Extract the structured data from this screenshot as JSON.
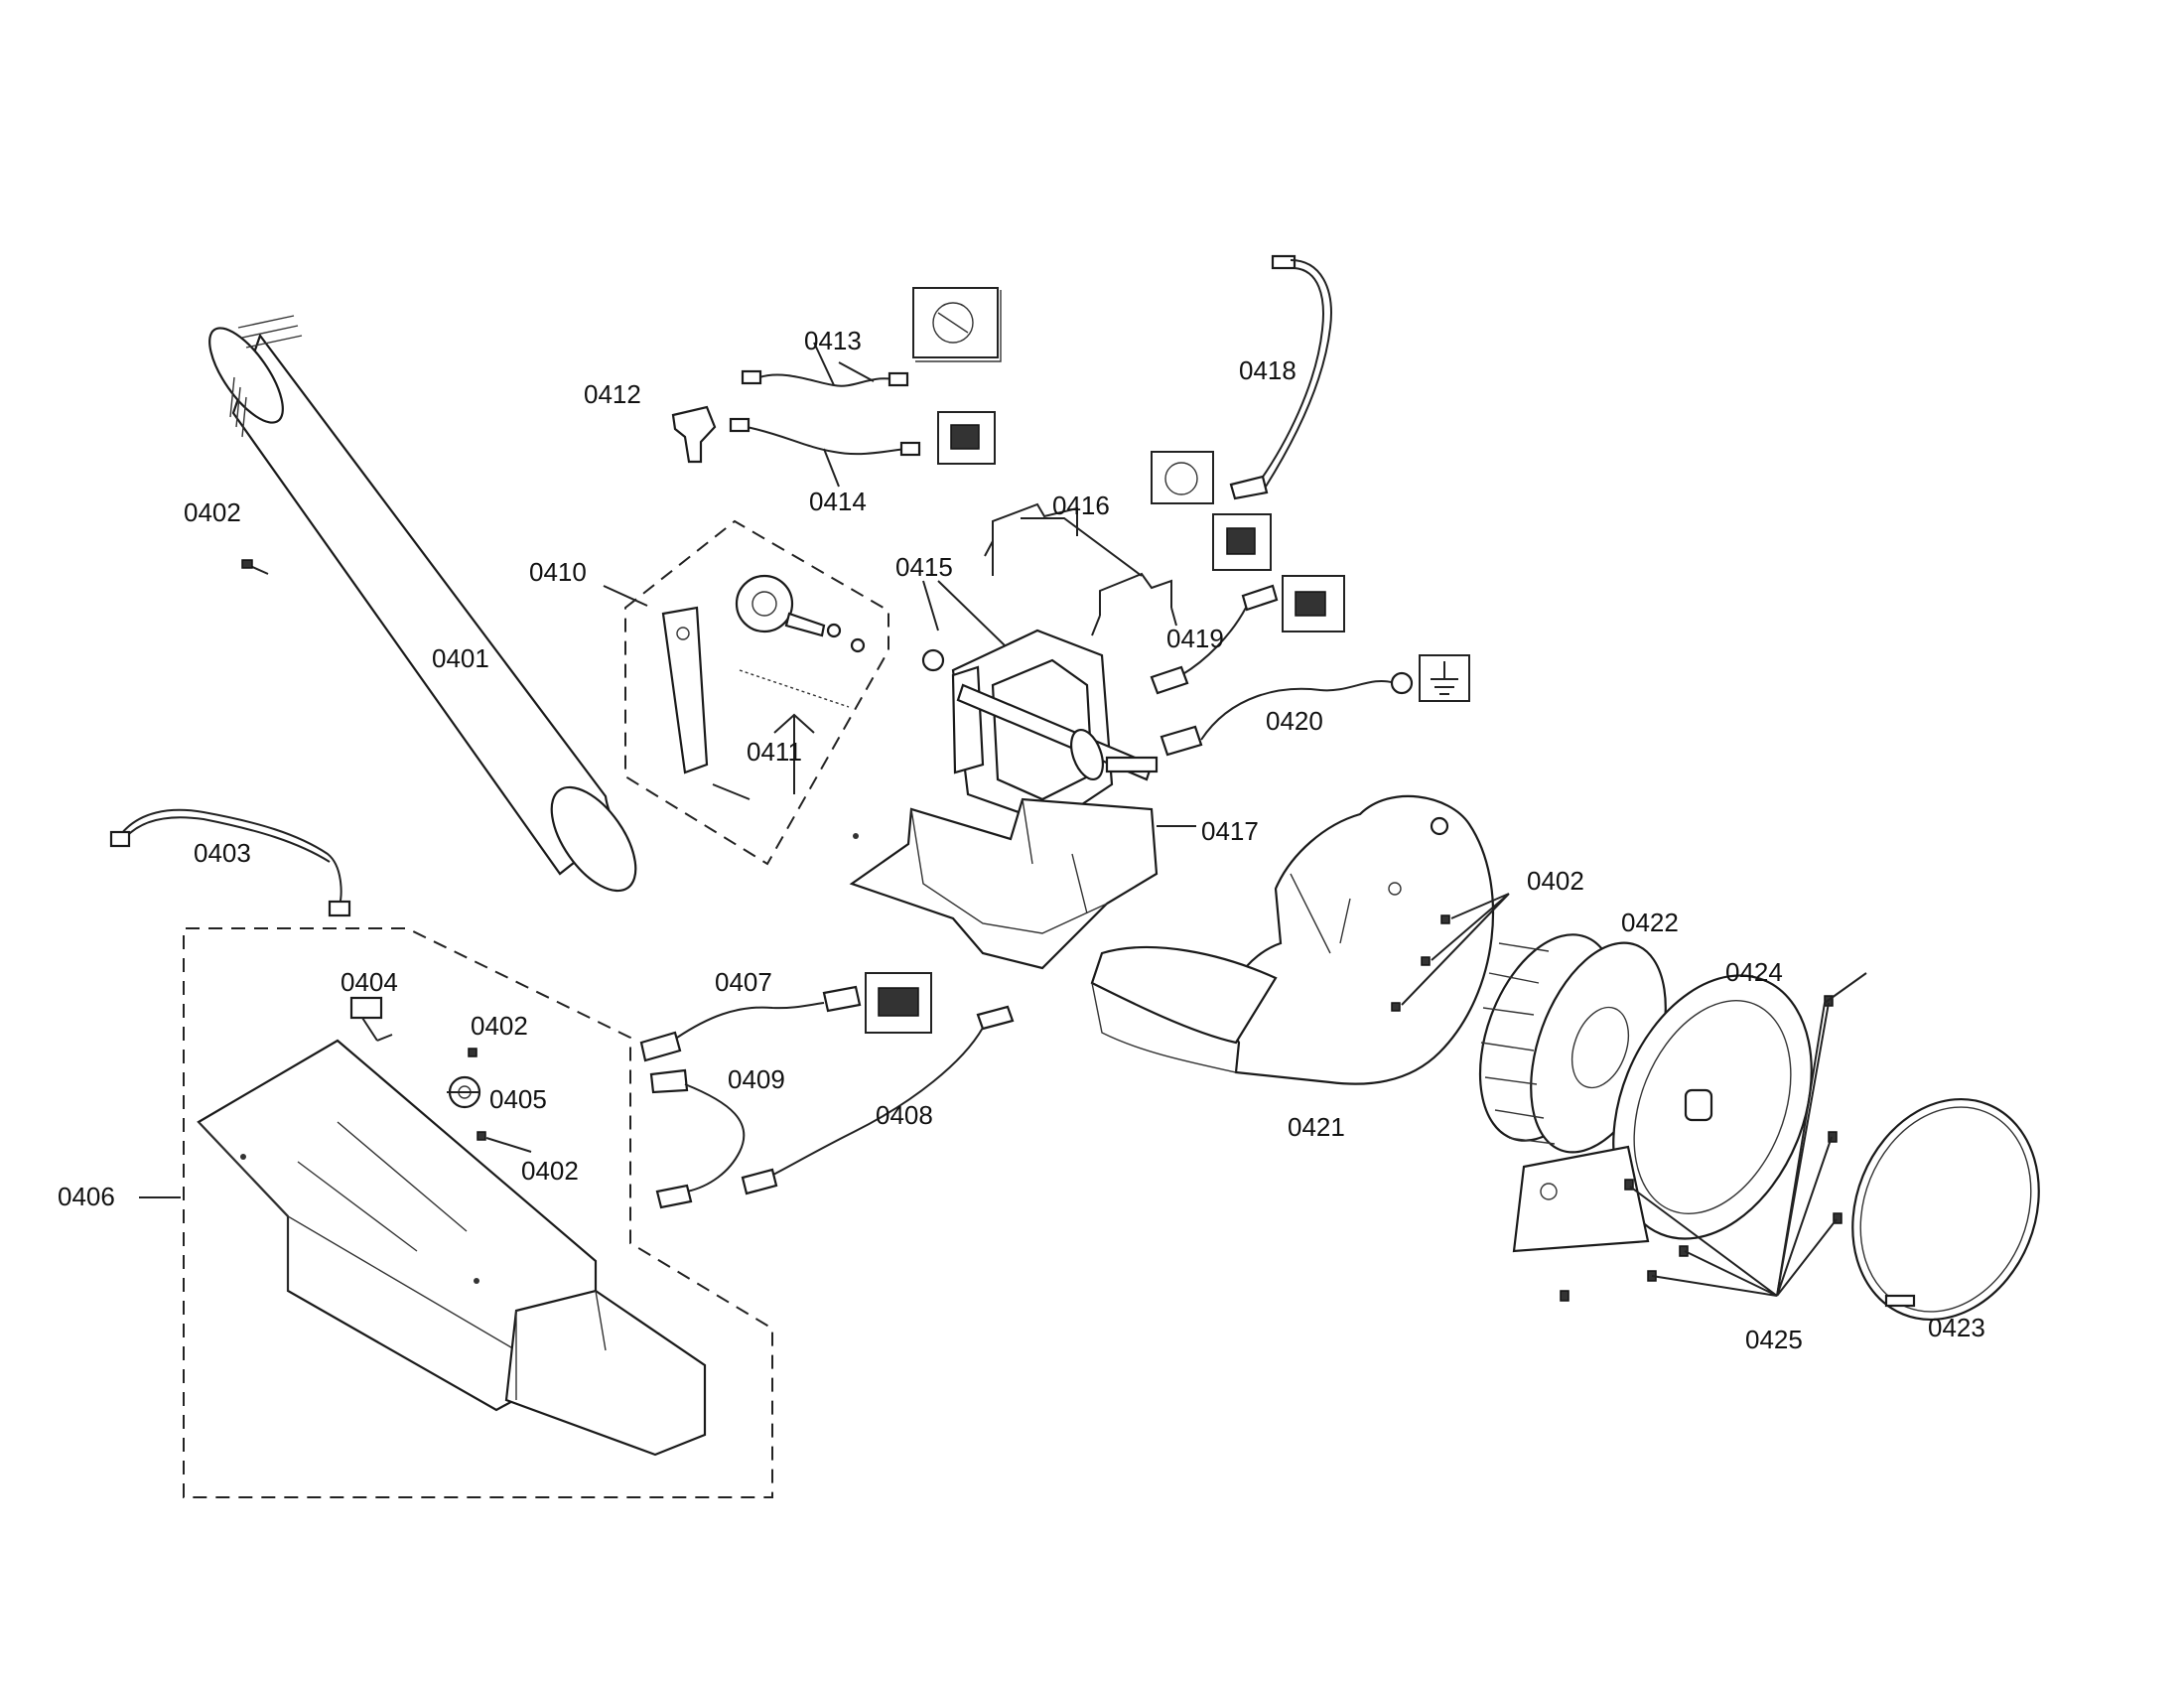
{
  "labels": {
    "p0401": "0401",
    "p0402a": "0402",
    "p0402b": "0402",
    "p0402c": "0402",
    "p0402d": "0402",
    "p0403": "0403",
    "p0404": "0404",
    "p0405": "0405",
    "p0406": "0406",
    "p0407": "0407",
    "p0408": "0408",
    "p0409": "0409",
    "p0410": "0410",
    "p0411": "0411",
    "p0412": "0412",
    "p0413": "0413",
    "p0414": "0414",
    "p0415": "0415",
    "p0416": "0416",
    "p0417": "0417",
    "p0418": "0418",
    "p0419": "0419",
    "p0420": "0420",
    "p0421": "0421",
    "p0422": "0422",
    "p0423": "0423",
    "p0424": "0424",
    "p0425": "0425"
  },
  "icons": [
    "motor-symbol-icon",
    "connector-symbol-icon",
    "switch-symbol-icon",
    "ground-symbol-icon"
  ]
}
